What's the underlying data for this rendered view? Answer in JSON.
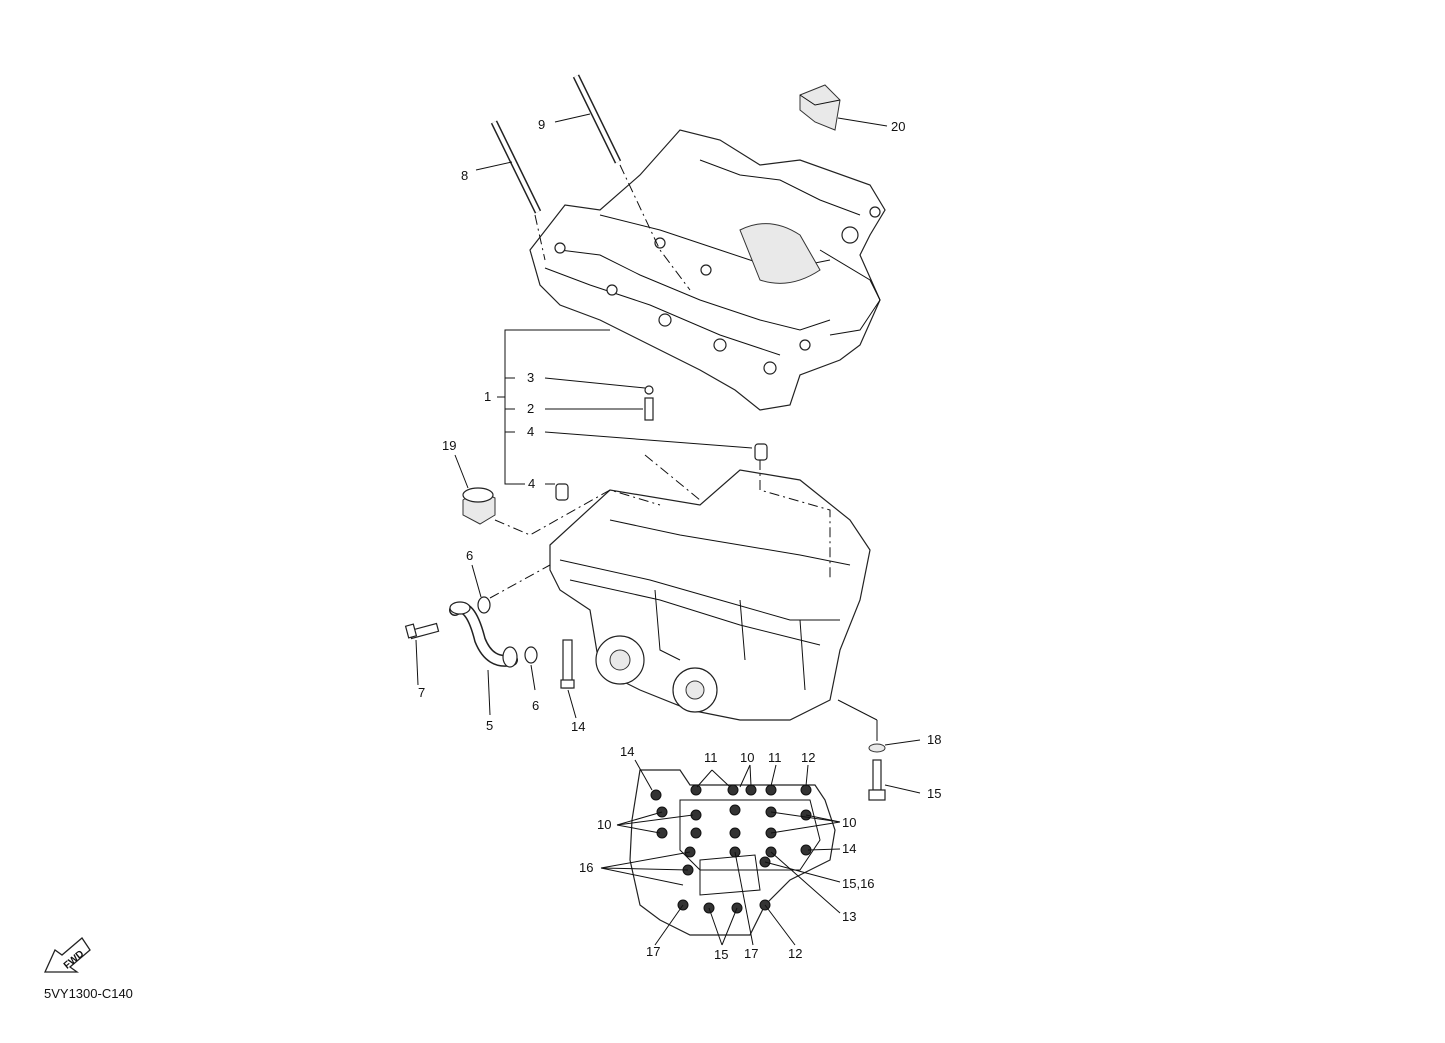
{
  "diagram": {
    "code": "5VY1300-C140",
    "fwd_label": "FWD",
    "callouts": {
      "p1": "1",
      "p2": "2",
      "p3": "3",
      "p4a": "4",
      "p4b": "4",
      "p5": "5",
      "p6a": "6",
      "p6b": "6",
      "p7": "7",
      "p8": "8",
      "p9": "9",
      "p10a": "10",
      "p10b": "10",
      "p10c": "10",
      "p11a": "11",
      "p11b": "11",
      "p12a": "12",
      "p12b": "12",
      "p13": "13",
      "p14a": "14",
      "p14b": "14",
      "p14c": "14",
      "p15a": "15",
      "p15b": "15",
      "p15c": "15,16",
      "p16": "16",
      "p17a": "17",
      "p17b": "17",
      "p18": "18",
      "p19": "19",
      "p20": "20"
    }
  }
}
